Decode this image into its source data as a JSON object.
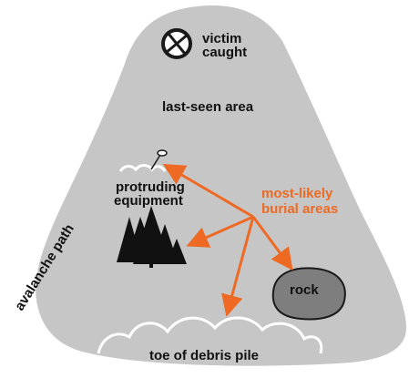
{
  "labels": {
    "victim_line1": "victim",
    "victim_line2": "caught",
    "last_seen": "last-seen area",
    "protruding_line1": "protruding",
    "protruding_line2": "equipment",
    "most_likely_line1": "most-likely",
    "most_likely_line2": "burial areas",
    "rock": "rock",
    "toe": "toe of debris pile",
    "avalanche_path": "avalanche path"
  },
  "colors": {
    "slope": "#c6c6c6",
    "accent": "#ee6a24",
    "rock": "#7e7e7e",
    "trees": "#111111",
    "debris": "#ffffff"
  }
}
